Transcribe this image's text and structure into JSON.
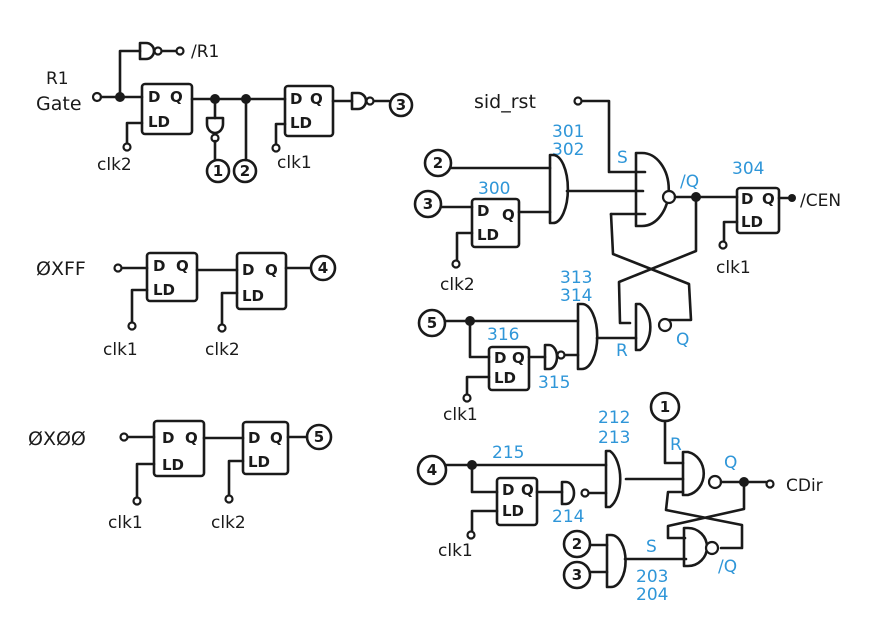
{
  "colors": {
    "ink": "#1a1a1a",
    "annotation": "#2f96d8",
    "paper": "#ffffff"
  },
  "flipflop": {
    "d": "D",
    "q": "Q",
    "ld": "LD"
  },
  "circuit1": {
    "input_line1": "R1",
    "input_line2": "Gate",
    "inverted_output": "/R1",
    "clk_a": "clk2",
    "clk_b": "clk1",
    "connector_out": "3",
    "connector_tap_inv": "1",
    "connector_tap": "2"
  },
  "circuit2": {
    "input": "ØXFF",
    "clk_a": "clk1",
    "clk_b": "clk2",
    "connector_out": "4"
  },
  "circuit3": {
    "input": "ØXØØ",
    "clk_a": "clk1",
    "clk_b": "clk2",
    "connector_out": "5"
  },
  "circuit4": {
    "reset_input": "sid_rst",
    "connector_in_a": "2",
    "connector_in_b": "3",
    "connector_in_c": "5",
    "ff_label": "300",
    "and_label_1": "301",
    "and_label_2": "302",
    "set_label": "S",
    "qbar_label": "/Q",
    "out_ff_label": "304",
    "output": "/CEN",
    "clk_ff300": "clk2",
    "clk_ff304": "clk1",
    "and2_label_1": "313",
    "and2_label_2": "314",
    "ff316_label": "316",
    "inv_label": "315",
    "reset_label": "R",
    "q_label": "Q",
    "clk_ff316": "clk1"
  },
  "circuit5": {
    "connector_in_a": "4",
    "connector_r": "1",
    "connector_s_a": "2",
    "connector_s_b": "3",
    "wire_label": "215",
    "and_label_1": "212",
    "and_label_2": "213",
    "inv_label": "214",
    "reset_label": "R",
    "set_label": "S",
    "q_label": "Q",
    "qbar_label": "/Q",
    "and2_label_1": "203",
    "and2_label_2": "204",
    "output": "CDir",
    "clk_ff": "clk1"
  }
}
